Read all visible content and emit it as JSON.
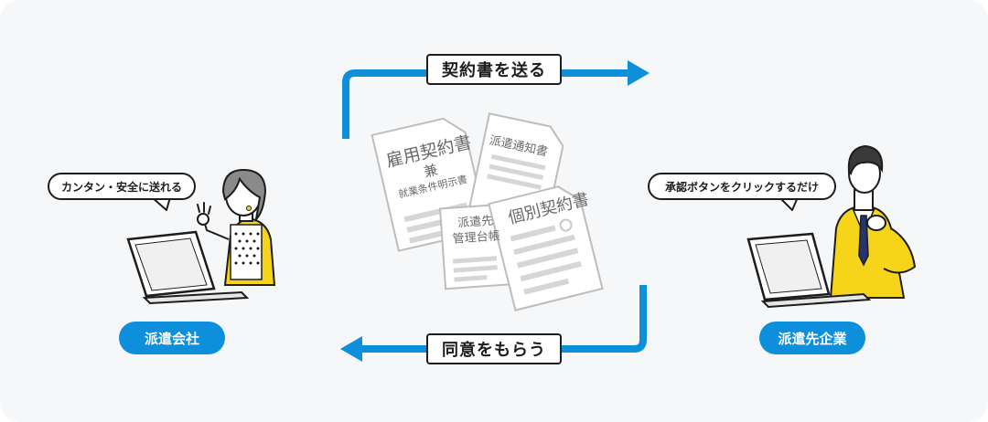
{
  "flows": {
    "send_contract": "契約書を送る",
    "get_consent": "同意をもらう"
  },
  "parties": {
    "dispatch_company": {
      "label": "派遣会社",
      "speech": "カンタン・安全に送れる"
    },
    "client_company": {
      "label": "派遣先企業",
      "speech": "承認ボタンをクリックするだけ"
    }
  },
  "documents": {
    "employment_contract_title": "雇用契約書",
    "employment_contract_sub1": "兼",
    "employment_contract_sub2": "就業条件明示書",
    "dispatch_notice": "派遣通知書",
    "management_ledger_l1": "派遣先",
    "management_ledger_l2": "管理台帳",
    "individual_contract": "個別契約書"
  },
  "colors": {
    "accent_blue": "#0e8fdc",
    "yellow": "#f6d419",
    "background": "#f6f7f9"
  }
}
